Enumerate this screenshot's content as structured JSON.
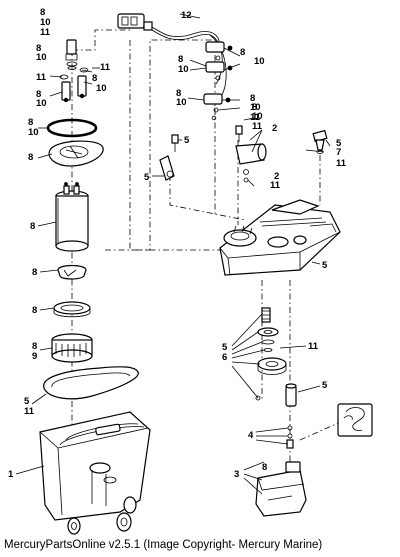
{
  "diagram": {
    "callouts": [
      {
        "id": "c-8-a",
        "text": "8"
      },
      {
        "id": "c-10-a",
        "text": "10"
      },
      {
        "id": "c-11-a",
        "text": "11"
      },
      {
        "id": "c-12",
        "text": "12"
      },
      {
        "id": "c-8-b",
        "text": "8"
      },
      {
        "id": "c-10-b",
        "text": "10"
      },
      {
        "id": "c-11-b",
        "text": "11"
      },
      {
        "id": "c-11-c",
        "text": "11"
      },
      {
        "id": "c-8-c",
        "text": "8"
      },
      {
        "id": "c-10-c",
        "text": "10"
      },
      {
        "id": "c-8-d",
        "text": "8"
      },
      {
        "id": "c-10-d",
        "text": "10"
      },
      {
        "id": "c-8-e",
        "text": "8"
      },
      {
        "id": "c-10-e",
        "text": "10"
      },
      {
        "id": "c-8-f",
        "text": "8"
      },
      {
        "id": "c-10-f",
        "text": "10"
      },
      {
        "id": "c-8-g",
        "text": "8"
      },
      {
        "id": "c-10-g",
        "text": "10"
      },
      {
        "id": "c-8-h",
        "text": "8"
      },
      {
        "id": "c-10-h",
        "text": "10"
      },
      {
        "id": "c-8-i",
        "text": "8"
      },
      {
        "id": "c-10-i",
        "text": "10"
      },
      {
        "id": "c-8-j",
        "text": "8"
      },
      {
        "id": "c-11-d",
        "text": "11"
      },
      {
        "id": "c-8-k",
        "text": "8"
      },
      {
        "id": "c-10-k",
        "text": "10"
      },
      {
        "id": "c-11-e",
        "text": "11"
      },
      {
        "id": "c-2-a",
        "text": "2"
      },
      {
        "id": "c-5-a",
        "text": "5"
      },
      {
        "id": "c-5-b",
        "text": "5"
      },
      {
        "id": "c-7",
        "text": "7"
      },
      {
        "id": "c-11-f",
        "text": "11"
      },
      {
        "id": "c-5-c",
        "text": "5"
      },
      {
        "id": "c-2-b",
        "text": "2"
      },
      {
        "id": "c-11-g",
        "text": "11"
      },
      {
        "id": "c-8-l",
        "text": "8"
      },
      {
        "id": "c-8-m",
        "text": "8"
      },
      {
        "id": "c-5-d",
        "text": "5"
      },
      {
        "id": "c-8-n",
        "text": "8"
      },
      {
        "id": "c-8-o",
        "text": "8"
      },
      {
        "id": "c-9",
        "text": "9"
      },
      {
        "id": "c-5-e",
        "text": "5"
      },
      {
        "id": "c-6",
        "text": "6"
      },
      {
        "id": "c-11-h",
        "text": "11"
      },
      {
        "id": "c-5-f",
        "text": "5"
      },
      {
        "id": "c-5-g",
        "text": "5"
      },
      {
        "id": "c-11-i",
        "text": "11"
      },
      {
        "id": "c-4",
        "text": "4"
      },
      {
        "id": "c-1",
        "text": "1"
      },
      {
        "id": "c-3",
        "text": "3"
      },
      {
        "id": "c-8-p",
        "text": "8"
      }
    ]
  },
  "footer": {
    "caption": "MercuryPartsOnline v2.5.1 (Image Copyright- Mercury Marine)"
  }
}
